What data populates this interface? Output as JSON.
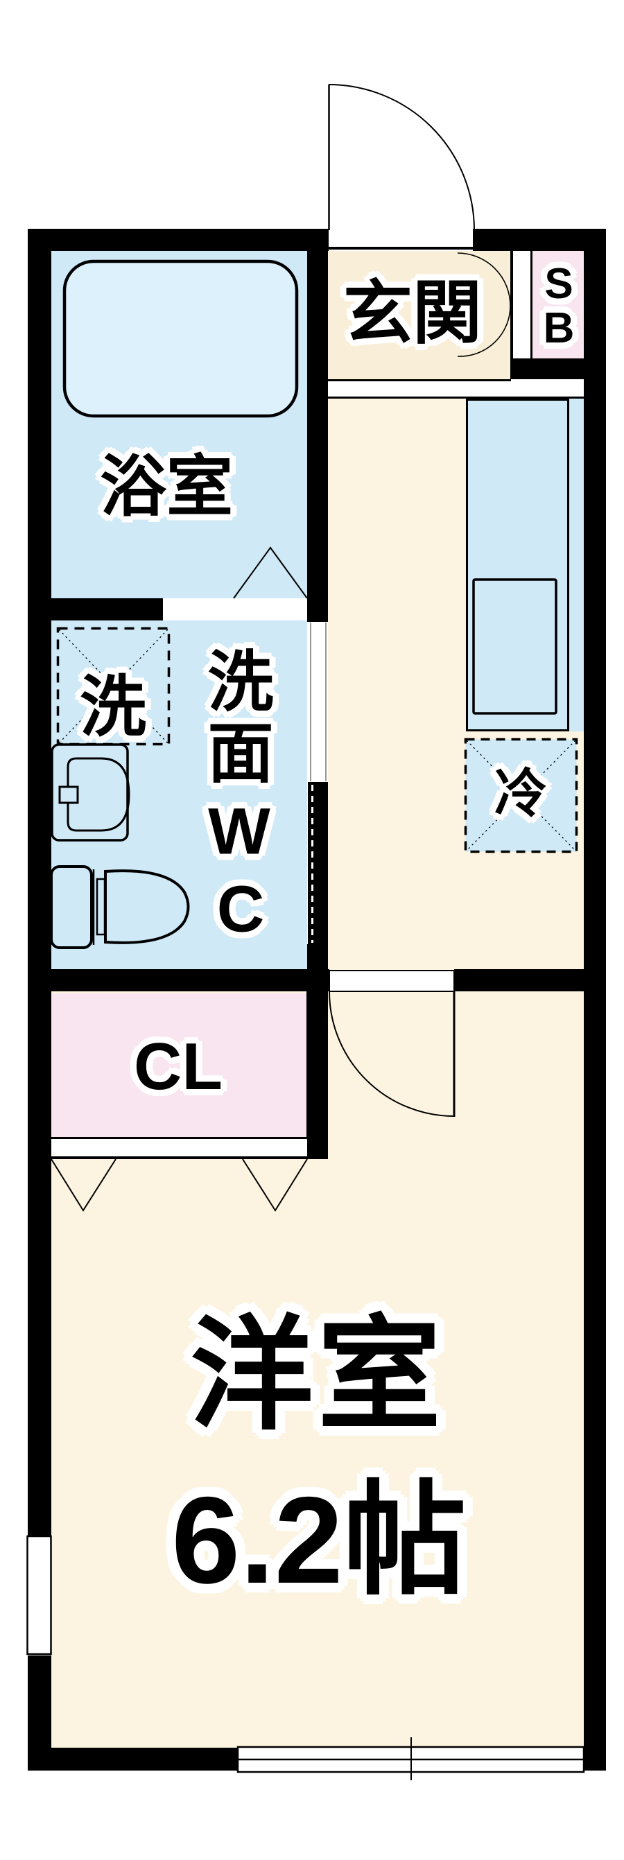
{
  "floorplan": {
    "labels": {
      "genkan": "玄関",
      "shoe_box_s": "S",
      "shoe_box_b": "B",
      "bathroom": "浴室",
      "laundry": "洗",
      "washroom_wc": [
        "洗",
        "面",
        "W",
        "C"
      ],
      "refrigerator": "冷",
      "closet": "CL",
      "room_name": "洋室",
      "room_size": "6.2帖"
    },
    "colors": {
      "wall": "#000000",
      "floor": "#FCF4E1",
      "genkan-floor": "#F9EED7",
      "water-blue": "#CFE9F7",
      "tub-blue": "#DCF1FB",
      "pink": "#F8E5F0",
      "white": "#FFFFFF"
    }
  }
}
